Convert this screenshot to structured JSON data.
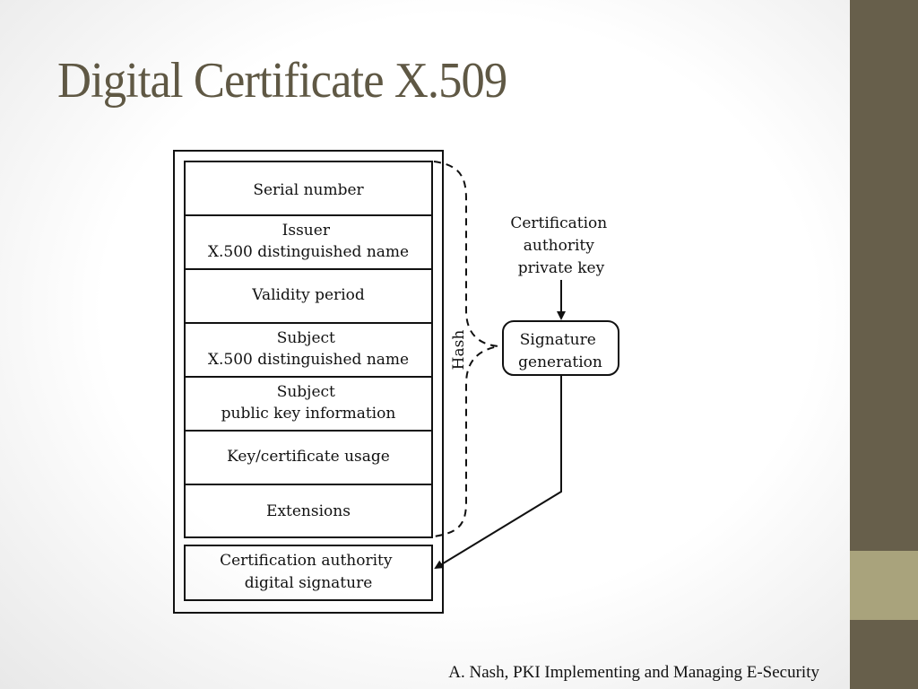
{
  "slide": {
    "title": "Digital Certificate X.509",
    "citation": "A. Nash, PKI Implementing and Managing E-Security"
  },
  "diagram": {
    "certificate_fields": [
      {
        "lines": [
          "Serial number"
        ]
      },
      {
        "lines": [
          "Issuer",
          "X.500 distinguished name"
        ]
      },
      {
        "lines": [
          "Validity period"
        ]
      },
      {
        "lines": [
          "Subject",
          "X.500 distinguished name"
        ]
      },
      {
        "lines": [
          "Subject",
          "public key information"
        ]
      },
      {
        "lines": [
          "Key/certificate usage"
        ]
      },
      {
        "lines": [
          "Extensions"
        ]
      }
    ],
    "signature_field": {
      "lines": [
        "Certification authority",
        "digital signature"
      ]
    },
    "hash_label": "Hash",
    "ca_private_key": {
      "lines": [
        "Certification",
        "authority",
        "private key"
      ]
    },
    "signature_generation": {
      "lines": [
        "Signature",
        "generation"
      ]
    }
  },
  "colors": {
    "title": "#5f5844",
    "sidebar": "#675f4b",
    "sidebar_accent": "#a9a37c"
  }
}
